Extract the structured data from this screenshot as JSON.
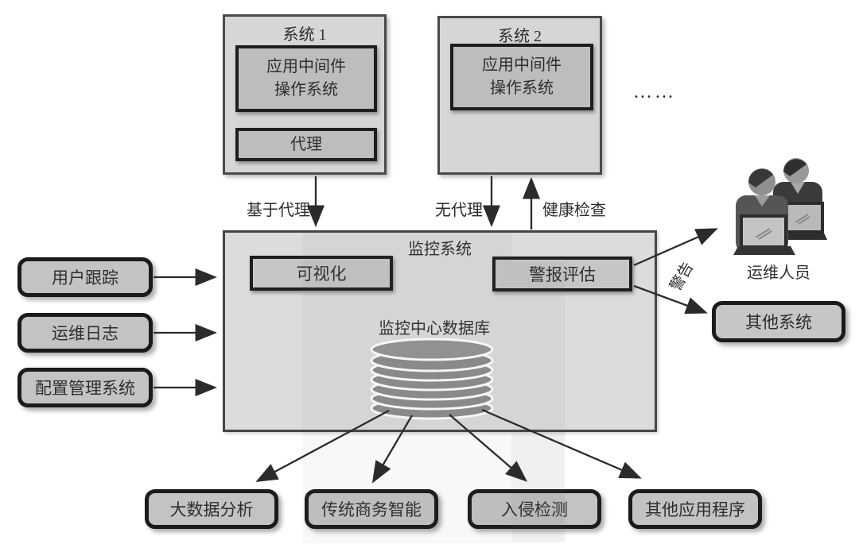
{
  "diagram": {
    "system1": {
      "title": "系统 1",
      "middleware_line1": "应用中间件",
      "middleware_line2": "操作系统",
      "agent": "代理"
    },
    "system2": {
      "title": "系统 2",
      "middleware_line1": "应用中间件",
      "middleware_line2": "操作系统"
    },
    "more_systems_ellipsis": "……",
    "edges": {
      "agent_based": "基于代理",
      "agentless": "无代理",
      "health_check": "健康检查",
      "alert": "警告"
    },
    "monitoring": {
      "title": "监控系统",
      "visualization": "可视化",
      "alert_evaluation": "警报评估",
      "database": "监控中心数据库"
    },
    "left_sources": [
      {
        "label": "用户跟踪"
      },
      {
        "label": "运维日志"
      },
      {
        "label": "配置管理系统"
      }
    ],
    "right": {
      "operators": "运维人员",
      "other_systems": "其他系统"
    },
    "bottom_consumers": [
      {
        "label": "大数据分析"
      },
      {
        "label": "传统商务智能"
      },
      {
        "label": "入侵检测"
      },
      {
        "label": "其他应用程序"
      }
    ],
    "colors": {
      "outer_box_fill": "#d6d6d6",
      "inner_box_fill": "#bdbdbd",
      "monitoring_fill": "#dcdcdc",
      "rounded_box_fill": "#c3c3c3",
      "border_dark": "#1e1e1e",
      "border_gray": "#4a4a4a",
      "arrow": "#2b2b2b",
      "database_fill": "#8d8d8d"
    }
  }
}
